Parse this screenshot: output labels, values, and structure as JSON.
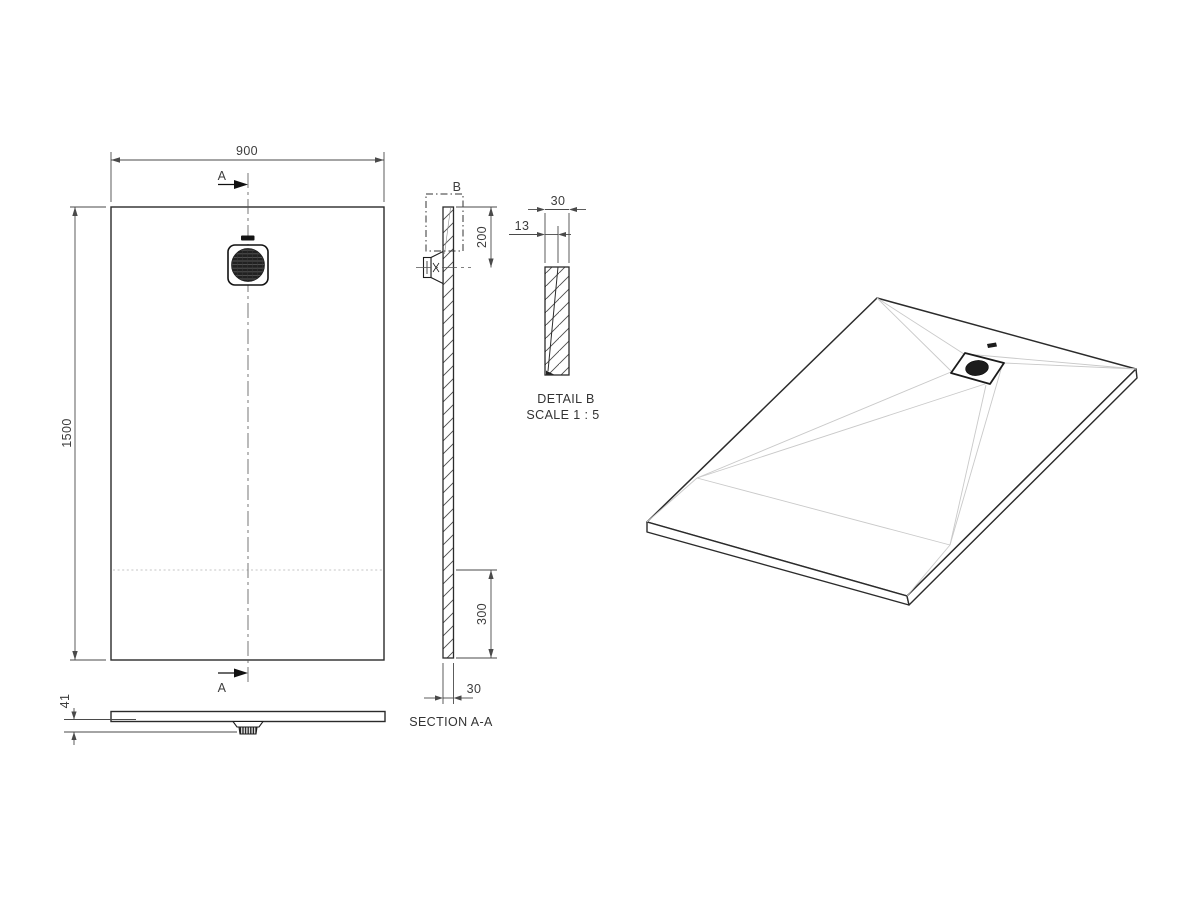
{
  "plan_view": {
    "width_dim": "900",
    "height_dim": "1500",
    "section_label_top": "A",
    "section_label_bottom": "A"
  },
  "side_view": {
    "height_dim": "41"
  },
  "section_view": {
    "title": "SECTION A-A",
    "drain_depth_dim": "200",
    "flat_zone_dim": "300",
    "thickness_dim": "30",
    "detail_label": "B"
  },
  "detail_view": {
    "title": "DETAIL B",
    "scale": "SCALE 1 : 5",
    "width_dim": "30",
    "top_thickness_dim": "13"
  },
  "icons": {
    "drain_grate": "drain-grate-icon",
    "brand_mark": "brand-logo-icon"
  },
  "colors": {
    "line": "#2b2b2b",
    "dim": "#4a4a4a",
    "crease": "#c9c9c9",
    "background": "#ffffff"
  }
}
